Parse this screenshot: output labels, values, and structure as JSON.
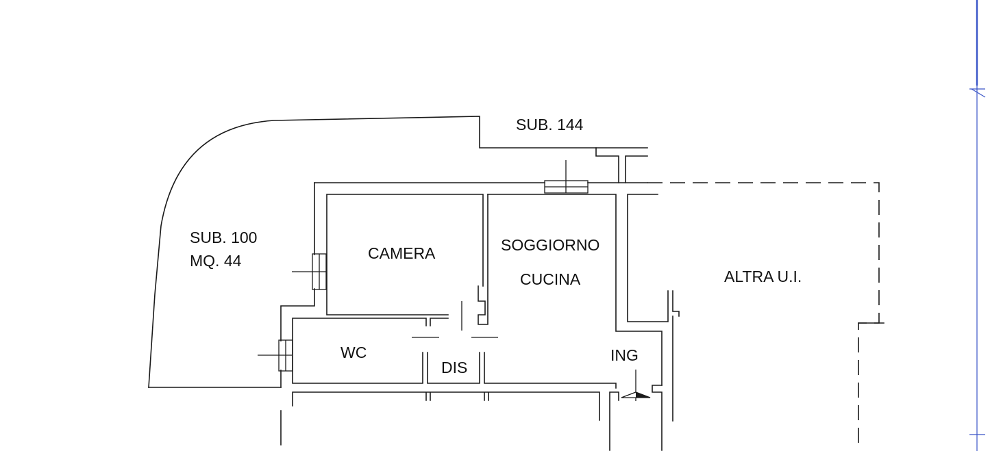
{
  "labels": {
    "sub144": "SUB. 144",
    "sub100": "SUB. 100",
    "mq44": "MQ. 44",
    "camera": "CAMERA",
    "soggiorno": "SOGGIORNO",
    "cucina": "CUCINA",
    "altra_ui": "ALTRA U.I.",
    "wc": "WC",
    "dis": "DIS",
    "ing": "ING"
  },
  "colors": {
    "line": "#1a1a1a",
    "ruler": "#3a55c8",
    "background": "#ffffff"
  }
}
